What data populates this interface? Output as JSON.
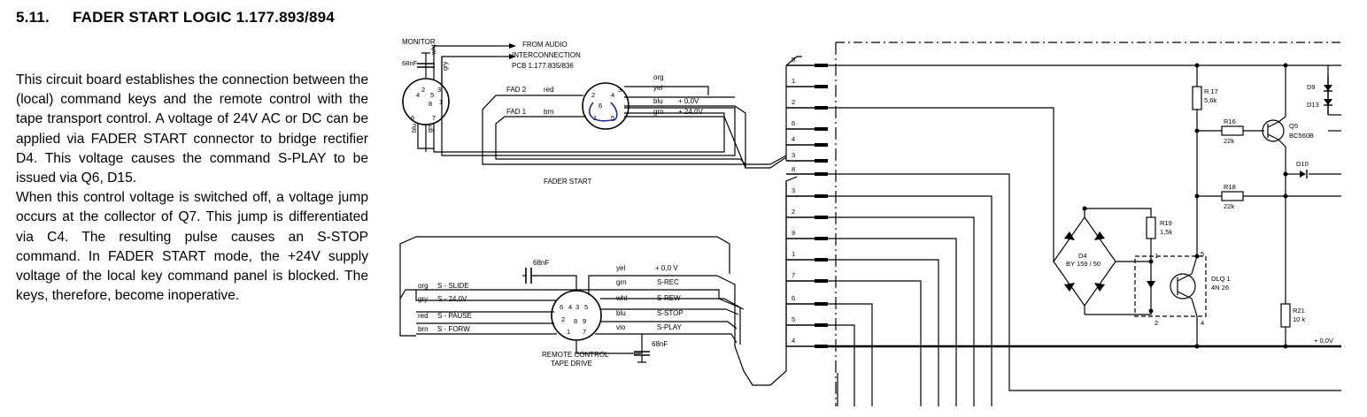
{
  "section": {
    "number": "5.11.",
    "title": "FADER START LOGIC 1.177.893/894"
  },
  "description": {
    "paragraph1": "This circuit board establishes the connection between the (local) command keys and the remote control with the tape transport control. A voltage of 24V AC or DC can be applied via FADER START connector to bridge rectifier D4. This voltage causes the command S-PLAY to be issued via Q6, D15.",
    "paragraph2": "When this control voltage is switched off, a voltage jump occurs at the collector of Q7. This jump is differentiated via C4. The resulting pulse causes an S-STOP command. In FADER START mode, the +24V supply voltage of the local key command panel is blocked. The keys, therefore, become inoperative."
  },
  "schematic": {
    "monitor": {
      "label": "MONITOR",
      "cap": "68nF",
      "pin_labels": [
        "2",
        "4",
        "5",
        "3",
        "1",
        "6",
        "7",
        "8"
      ],
      "wires": [
        "wht",
        "gry",
        "blu",
        "grn"
      ]
    },
    "audio_link": {
      "line1": "FROM AUDIO",
      "line2": "INTERCONNECTION",
      "line3": "PCB    1.177.835/836"
    },
    "fader_start": {
      "label": "FADER START",
      "left_wires": [
        {
          "name": "FAD 2",
          "color": "red"
        },
        {
          "name": "FAD 1",
          "color": "brn"
        }
      ],
      "right_wires": [
        {
          "color": "org",
          "signal": ""
        },
        {
          "color": "yel",
          "signal": ""
        },
        {
          "color": "blu",
          "signal": "+ 0,0V"
        },
        {
          "color": "grn",
          "signal": "+ 24,0V"
        }
      ],
      "pins": [
        "2",
        "3",
        "4",
        "6",
        "1",
        "5"
      ]
    },
    "remote": {
      "label_line1": "REMOTE CONTROL",
      "label_line2": "TAPE DRIVE",
      "cap_top": "68nF",
      "cap_bottom": "68nF",
      "left_wires": [
        {
          "color": "org",
          "signal": "S - SLIDE"
        },
        {
          "color": "gry",
          "signal": "S - 24,0V"
        },
        {
          "color": "red",
          "signal": "S - PAUSE"
        },
        {
          "color": "brn",
          "signal": "S - FORW"
        }
      ],
      "right_wires": [
        {
          "color": "yel",
          "signal": "+ 0,0 V"
        },
        {
          "color": "grn",
          "signal": "S-REC"
        },
        {
          "color": "wht",
          "signal": "S-REW"
        },
        {
          "color": "blu",
          "signal": "S-STOP"
        },
        {
          "color": "vio",
          "signal": "S-PLAY"
        }
      ],
      "pins": [
        "4",
        "3",
        "5",
        "6",
        "2",
        "8",
        "9",
        "1",
        "7"
      ]
    },
    "connector_pins": [
      "5",
      "1",
      "2",
      "6",
      "4",
      "3",
      "8",
      "3",
      "2",
      "9",
      "1",
      "7",
      "6",
      "5",
      "4"
    ],
    "components": {
      "r17": {
        "name": "R 17",
        "value": "5,6k"
      },
      "r16": {
        "name": "R16",
        "value": "22k"
      },
      "r18": {
        "name": "R18",
        "value": "22k"
      },
      "r19": {
        "name": "R19",
        "value": "1,5k"
      },
      "r21": {
        "name": "R21",
        "value": "10 k"
      },
      "q5": {
        "name": "Q5",
        "value": "BC560B"
      },
      "d9": "D9",
      "d13": "D13",
      "d10": "D10",
      "d4": {
        "name": "D4",
        "value": "BY 159 / 50"
      },
      "dlq1": {
        "name": "DLQ 1",
        "value": "4N 26"
      },
      "opto_pins": [
        "1",
        "2",
        "5",
        "4"
      ],
      "rail": "+ 0,0V"
    }
  }
}
